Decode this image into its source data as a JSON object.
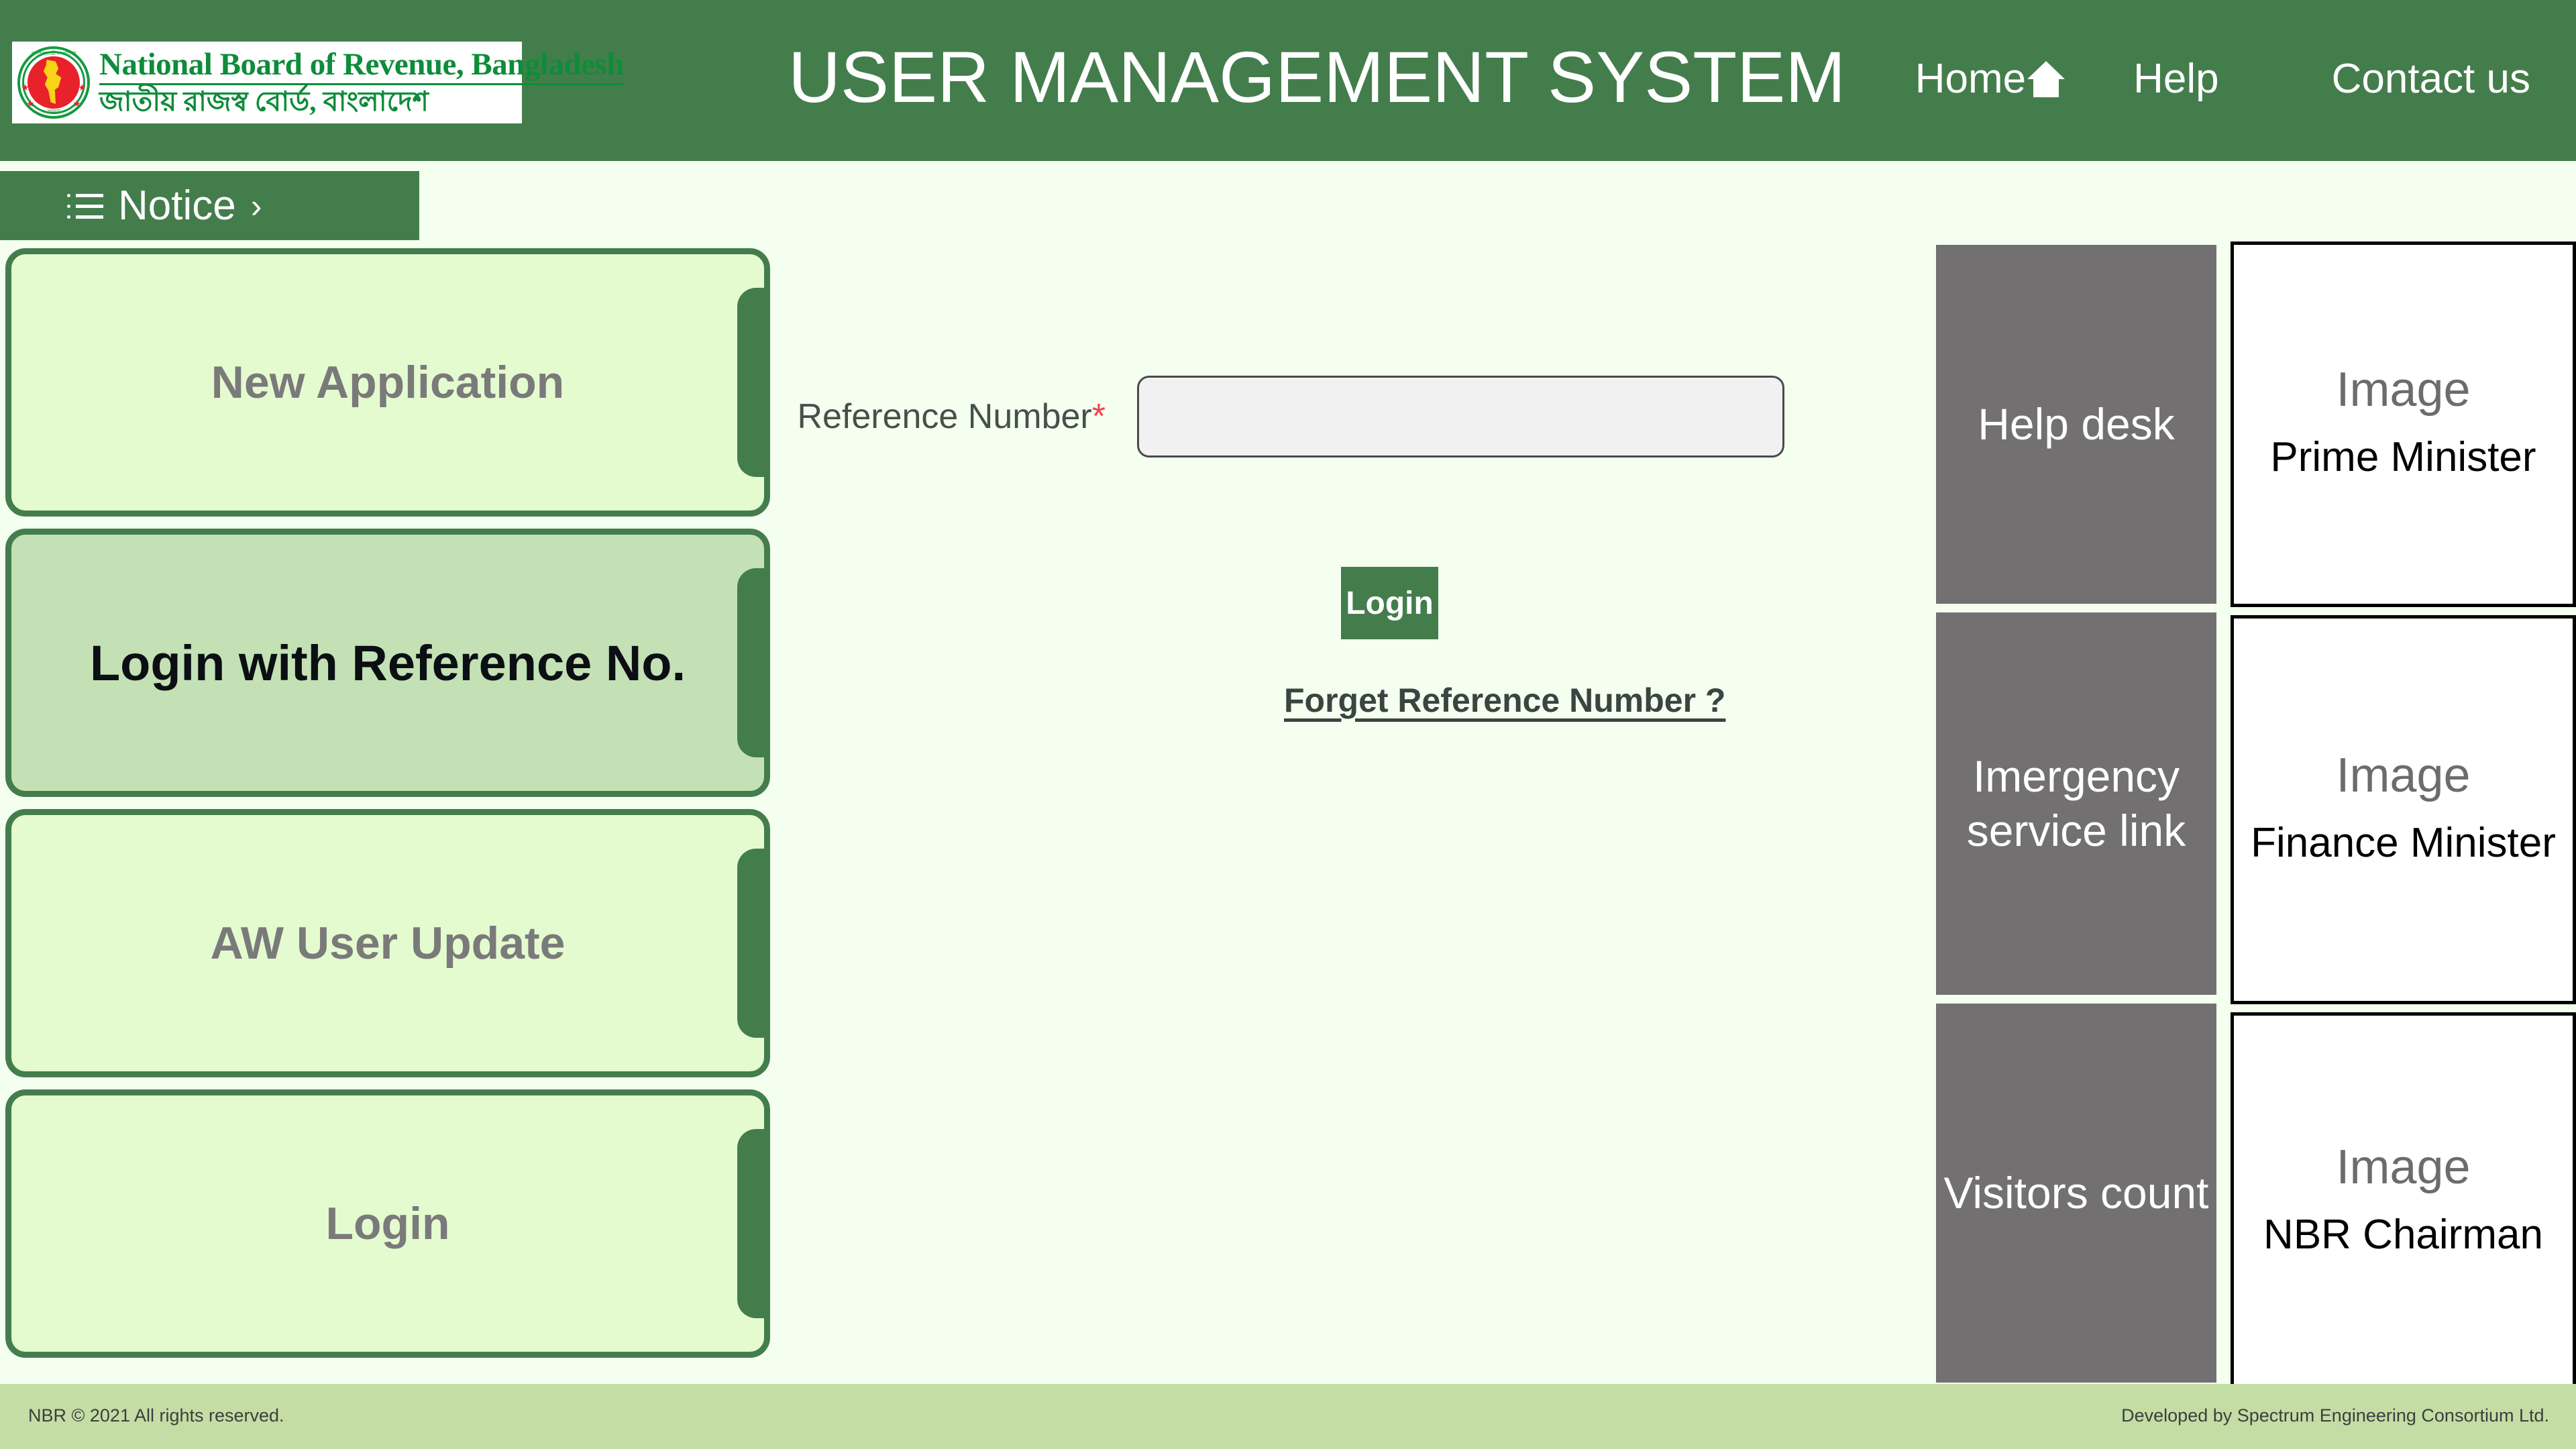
{
  "header": {
    "title": "USER MANAGEMENT SYSTEM",
    "logo": {
      "english": "National Board of Revenue, Bangladesh",
      "bangla": "জাতীয় রাজস্ব বোর্ড, বাংলাদেশ",
      "emblem_top_text": "গণপ্রজাতন্ত্রী বাংলাদেশ",
      "emblem_bottom_text": "সরকার"
    },
    "nav": [
      {
        "label": "Home",
        "icon": "home-icon"
      },
      {
        "label": "Help",
        "icon": ""
      },
      {
        "label": "Contact us",
        "icon": ""
      }
    ],
    "bg_color": "#447D4C",
    "text_color": "#FFFFFF"
  },
  "notice": {
    "label": "Notice",
    "chevron": "›",
    "icon": "list-icon"
  },
  "left_menu": {
    "items": [
      {
        "label": "New Application",
        "active": false
      },
      {
        "label": "Login with Reference No.",
        "active": true
      },
      {
        "label": "AW User Update",
        "active": false
      },
      {
        "label": "Login",
        "active": false
      }
    ],
    "active_bg": "#C3E1B5",
    "inactive_bg": "#E4FBCF",
    "border_color": "#447D4C"
  },
  "form": {
    "reference_label": "Reference Number",
    "required_marker": "*",
    "reference_value": "",
    "reference_placeholder": "",
    "login_button": "Login",
    "forget_link": "Forget Reference Number ?"
  },
  "right_panel": {
    "gray_cards": [
      {
        "label": "Help desk"
      },
      {
        "label": "Imergency service link"
      },
      {
        "label": "Visitors count"
      }
    ],
    "image_cards": [
      {
        "placeholder": "Image",
        "caption": "Prime Minister"
      },
      {
        "placeholder": "Image",
        "caption": "Finance Minister"
      },
      {
        "placeholder": "Image",
        "caption": "NBR Chairman"
      }
    ],
    "gray_color": "#727070"
  },
  "footer": {
    "left": "NBR © 2021 All rights reserved.",
    "right": "Developed by Spectrum Engineering Consortium Ltd.",
    "bg_color": "#C3DDA5"
  }
}
